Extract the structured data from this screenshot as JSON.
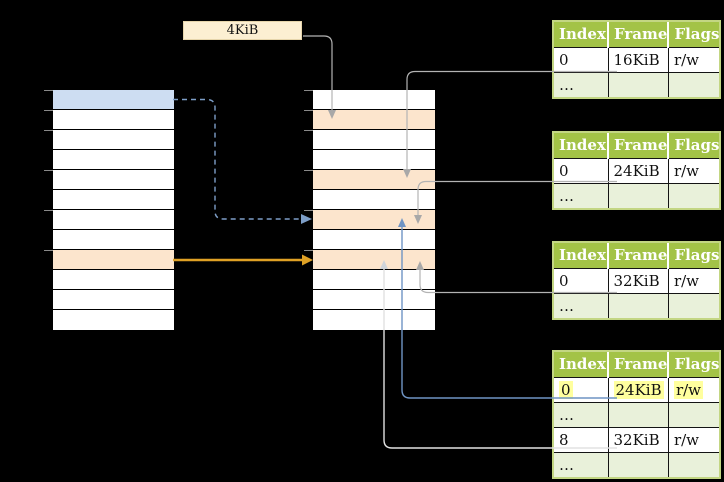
{
  "frame_size_label": "4KiB",
  "colors": {
    "background": "#000000",
    "virtual_page_blue": "#cdddf2",
    "frame_orange": "#fce5cd",
    "label_box_cream": "#fcefd2",
    "table_header_green": "#a3c347",
    "table_row_light_green": "#e9f1da",
    "highlight_yellow": "#ffff9e",
    "connector_gray": "#b3b3b3",
    "connector_blue": "#6f94c4",
    "connector_dashed_blue": "#7d9ec7",
    "connector_orange": "#dfa125"
  },
  "virtual_memory": {
    "rows": [
      {
        "fill": "blue"
      },
      {
        "fill": "white"
      },
      {
        "fill": "white"
      },
      {
        "fill": "white"
      },
      {
        "fill": "white"
      },
      {
        "fill": "white"
      },
      {
        "fill": "white"
      },
      {
        "fill": "white"
      },
      {
        "fill": "orange"
      },
      {
        "fill": "white"
      },
      {
        "fill": "white"
      },
      {
        "fill": "white"
      }
    ],
    "tick_rows": [
      0,
      1,
      2,
      4,
      6,
      8
    ]
  },
  "physical_memory": {
    "rows": [
      {
        "fill": "white"
      },
      {
        "fill": "orange"
      },
      {
        "fill": "white"
      },
      {
        "fill": "white"
      },
      {
        "fill": "orange"
      },
      {
        "fill": "white"
      },
      {
        "fill": "orange"
      },
      {
        "fill": "white"
      },
      {
        "fill": "orange"
      },
      {
        "fill": "white"
      },
      {
        "fill": "white"
      },
      {
        "fill": "white"
      }
    ],
    "tick_rows": [
      0,
      1,
      2,
      4,
      6,
      8
    ]
  },
  "page_tables": [
    {
      "columns": [
        "Index",
        "Frame",
        "Flags"
      ],
      "rows": [
        {
          "cells": [
            "0",
            "16KiB",
            "r/w"
          ],
          "highlight": false,
          "dots": false
        },
        {
          "cells": [
            "…",
            "",
            ""
          ],
          "highlight": false,
          "dots": true
        }
      ]
    },
    {
      "columns": [
        "Index",
        "Frame",
        "Flags"
      ],
      "rows": [
        {
          "cells": [
            "0",
            "24KiB",
            "r/w"
          ],
          "highlight": false,
          "dots": false
        },
        {
          "cells": [
            "…",
            "",
            ""
          ],
          "highlight": false,
          "dots": true
        }
      ]
    },
    {
      "columns": [
        "Index",
        "Frame",
        "Flags"
      ],
      "rows": [
        {
          "cells": [
            "0",
            "32KiB",
            "r/w"
          ],
          "highlight": false,
          "dots": false
        },
        {
          "cells": [
            "…",
            "",
            ""
          ],
          "highlight": false,
          "dots": true
        }
      ]
    },
    {
      "columns": [
        "Index",
        "Frame",
        "Flags"
      ],
      "rows": [
        {
          "cells": [
            "0",
            "24KiB",
            "r/w"
          ],
          "highlight": true,
          "dots": false
        },
        {
          "cells": [
            "…",
            "",
            ""
          ],
          "highlight": false,
          "dots": true
        },
        {
          "cells": [
            "8",
            "32KiB",
            "r/w"
          ],
          "highlight": false,
          "dots": false
        },
        {
          "cells": [
            "…",
            "",
            ""
          ],
          "highlight": false,
          "dots": true
        }
      ]
    }
  ],
  "connectors": [
    {
      "name": "frame-size-to-frame-4kib",
      "style": "gray"
    },
    {
      "name": "table1-entry0-to-frame-16kib",
      "style": "gray"
    },
    {
      "name": "table2-entry0-to-frame-24kib",
      "style": "gray"
    },
    {
      "name": "table3-entry0-to-frame-32kib",
      "style": "gray"
    },
    {
      "name": "table4-entry0-to-frame-24kib",
      "style": "blue"
    },
    {
      "name": "table4-entry8-to-frame-32kib",
      "style": "light"
    },
    {
      "name": "virtual-blue-page-to-frame-24kib",
      "style": "dashed-blue"
    },
    {
      "name": "virtual-orange-page-to-frame-32kib",
      "style": "orange"
    }
  ]
}
